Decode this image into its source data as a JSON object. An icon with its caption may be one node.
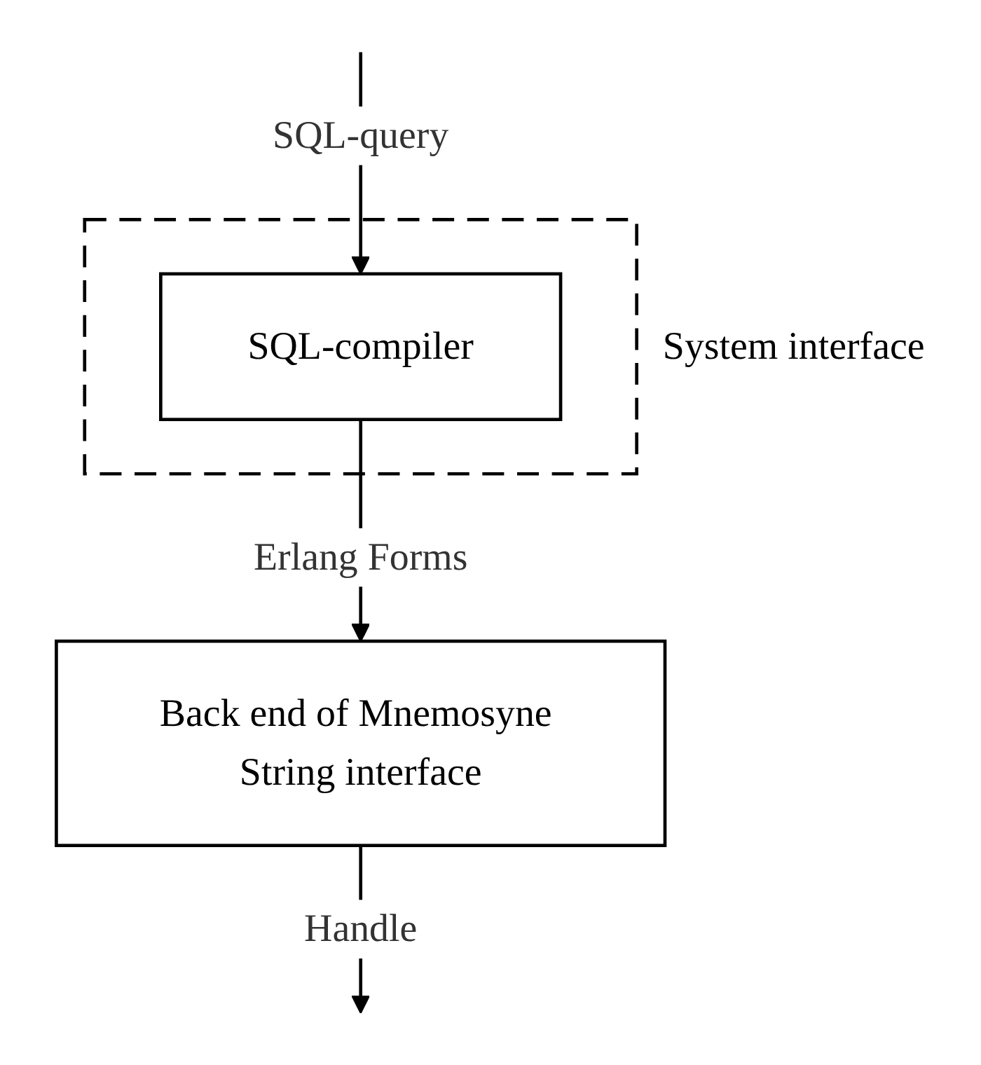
{
  "diagram": {
    "nodes": [
      {
        "text": [
          "System interface"
        ]
      },
      {
        "text": [
          "SQL-compiler"
        ],
        "in": 0
      },
      {
        "text": [
          "Back end of Mnemosyne String interface"
        ]
      }
    ],
    "edges": [
      {
        "from": null,
        "to": 1,
        "arrow": "to",
        "label": "SQL-query"
      },
      {
        "from": 1,
        "to": 2,
        "arrow": "to",
        "label": "Erlang Forms"
      },
      {
        "from": 2,
        "to": null,
        "arrow": "to",
        "label": "Handle"
      }
    ]
  }
}
